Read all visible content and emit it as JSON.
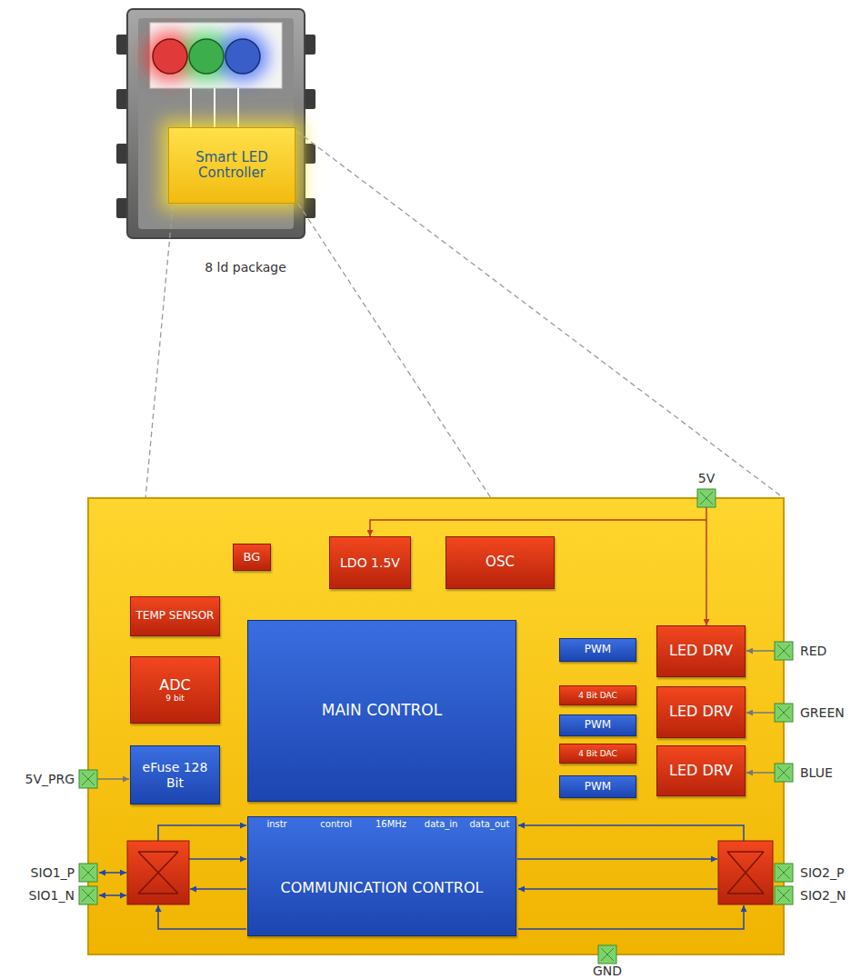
{
  "diagram": {
    "nodes": [
      {
        "text": [
          "Smart LED Controller"
        ]
      },
      {
        "text": [
          "BG"
        ]
      },
      {
        "text": [
          "LDO 1.5V"
        ]
      },
      {
        "text": [
          "OSC"
        ]
      },
      {
        "text": [
          "TEMP SENSOR"
        ]
      },
      {
        "text": [
          "ADC",
          "9 bit"
        ]
      },
      {
        "text": [
          "MAIN CONTROL"
        ]
      },
      {
        "text": [
          "eFuse 128 Bit"
        ]
      },
      {
        "text": [
          "PWM"
        ]
      },
      {
        "text": [
          "4 Bit DAC"
        ]
      },
      {
        "text": [
          "PWM"
        ]
      },
      {
        "text": [
          "4 Bit DAC"
        ]
      },
      {
        "text": [
          "PWM"
        ]
      },
      {
        "text": [
          "LED DRV"
        ]
      },
      {
        "text": [
          "LED DRV"
        ]
      },
      {
        "text": [
          "LED DRV"
        ]
      },
      {
        "text": [
          "COMMUNICATION CONTROL"
        ]
      }
    ],
    "edges": [
      {
        "from": 1,
        "to": 2,
        "arrow": "to"
      },
      {
        "from": 1,
        "to": 4,
        "arrow": "to"
      },
      {
        "from": 4,
        "to": 5,
        "arrow": "to"
      },
      {
        "from": 6,
        "to": 5,
        "arrow": "to"
      },
      {
        "from": 5,
        "to": 6,
        "arrow": "to"
      },
      {
        "from": 2,
        "to": 6,
        "arrow": "to"
      },
      {
        "from": 2,
        "to": 6,
        "arrow": "to"
      },
      {
        "from": 3,
        "to": 6,
        "arrow": "to"
      },
      {
        "from": 7,
        "to": 6,
        "arrow": "to"
      },
      {
        "from": 6,
        "to": 7,
        "arrow": "to"
      },
      {
        "from": 6,
        "to": 8,
        "arrow": "to"
      },
      {
        "from": 6,
        "to": 9,
        "arrow": "to"
      },
      {
        "from": 6,
        "to": 10,
        "arrow": "to"
      },
      {
        "from": 6,
        "to": 11,
        "arrow": "to"
      },
      {
        "from": 6,
        "to": 12,
        "arrow": "to"
      },
      {
        "from": 8,
        "to": 13,
        "arrow": "to"
      },
      {
        "from": 9,
        "to": 14,
        "arrow": "to"
      },
      {
        "from": 10,
        "to": 14,
        "arrow": "to"
      },
      {
        "from": 11,
        "to": 15,
        "arrow": "to"
      },
      {
        "from": 12,
        "to": 15,
        "arrow": "to"
      },
      {
        "from": 16,
        "to": 6,
        "label": "instr",
        "arrow": "to"
      },
      {
        "from": 16,
        "to": 6,
        "label": "control",
        "arrow": "to"
      },
      {
        "from": 6,
        "to": 16,
        "label": "16MHz",
        "arrow": "to"
      },
      {
        "from": 6,
        "to": 16,
        "label": "data_in",
        "arrow": "to"
      },
      {
        "from": 16,
        "to": 6,
        "label": "data_out",
        "arrow": "to"
      }
    ],
    "labels": [
      "8 ld package",
      "5V",
      "5V_PRG",
      "SIO1_P",
      "SIO1_N",
      "RED",
      "GREEN",
      "BLUE",
      "SIO2_P",
      "SIO2_N",
      "GND"
    ]
  }
}
